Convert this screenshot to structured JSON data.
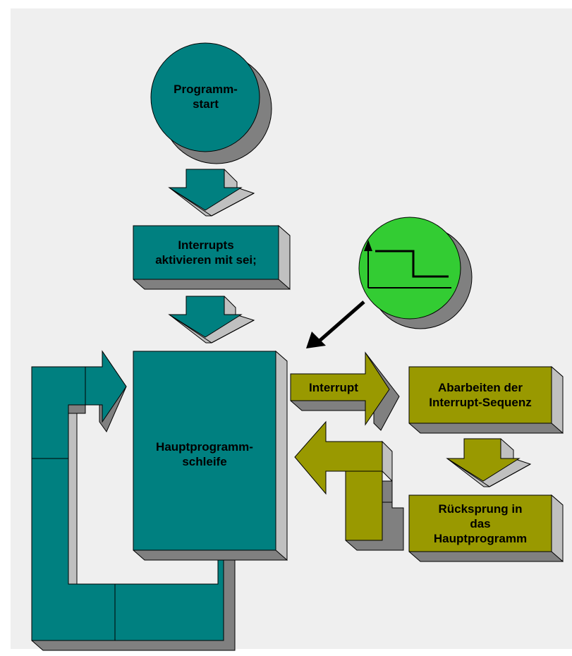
{
  "diagram": {
    "start": {
      "line1": "Programm-",
      "line2": "start"
    },
    "enable_interrupts": {
      "line1": "Interrupts",
      "line2": "aktivieren mit sei;"
    },
    "main_loop": {
      "line1": "Hauptprogramm-",
      "line2": "schleife"
    },
    "interrupt_arrow": {
      "label": "Interrupt"
    },
    "process": {
      "line1": "Abarbeiten der",
      "line2": "Interrupt-Sequenz"
    },
    "return": {
      "line1": "Rücksprung in",
      "line2": "das",
      "line3": "Hauptprogramm"
    },
    "signal_icon": "falling-edge-signal-icon"
  },
  "colors": {
    "teal": "#008080",
    "teal_side": "#c0c0c0",
    "shadow": "#808080",
    "olive": "#999900",
    "green": "#33cc33",
    "background": "#efefef"
  }
}
